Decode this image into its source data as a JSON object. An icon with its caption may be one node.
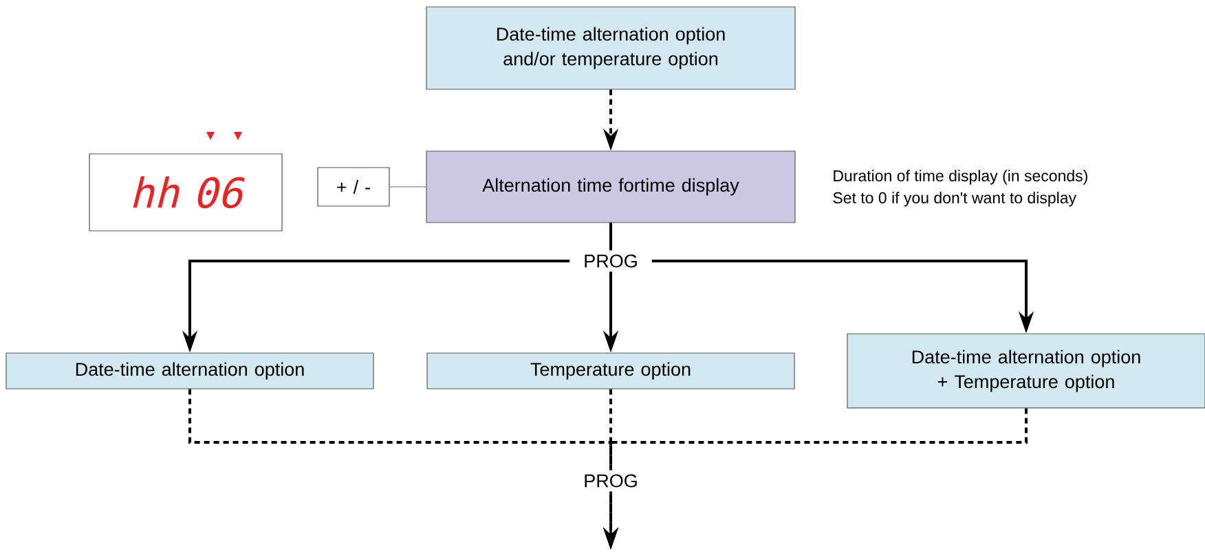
{
  "diagram": {
    "nodes": [
      {
        "text": [
          "Date-time alternation option and/or temperature option"
        ]
      },
      {
        "text": [
          "hh 06"
        ]
      },
      {
        "text": [
          "+ / -"
        ]
      },
      {
        "text": [
          "Alternation time fortime display"
        ],
        "beside": [
          "Duration of time display (in seconds)",
          "Set to 0 if you don't want to display"
        ]
      },
      {
        "text": [
          "Date-time alternation option"
        ]
      },
      {
        "text": [
          "Temperature option"
        ]
      },
      {
        "text": [
          "Date-time alternation option + Temperature option"
        ]
      }
    ],
    "edges": [
      {
        "from": 0,
        "to": 3,
        "arrow": "to",
        "style": "dashed"
      },
      {
        "from": 2,
        "to": 3,
        "arrow": "none",
        "color": "#999999"
      },
      {
        "from": 3,
        "to": 4,
        "arrow": "to"
      },
      {
        "from": 3,
        "to": 5,
        "arrow": "to",
        "label": "PROG"
      },
      {
        "from": 3,
        "to": 6,
        "arrow": "to"
      },
      {
        "from": 4,
        "to": null,
        "arrow": "to",
        "style": "dashed"
      },
      {
        "from": 5,
        "to": null,
        "arrow": "to",
        "style": "dashed",
        "label": "PROG"
      },
      {
        "from": 6,
        "to": null,
        "arrow": "to",
        "style": "dashed"
      }
    ]
  }
}
